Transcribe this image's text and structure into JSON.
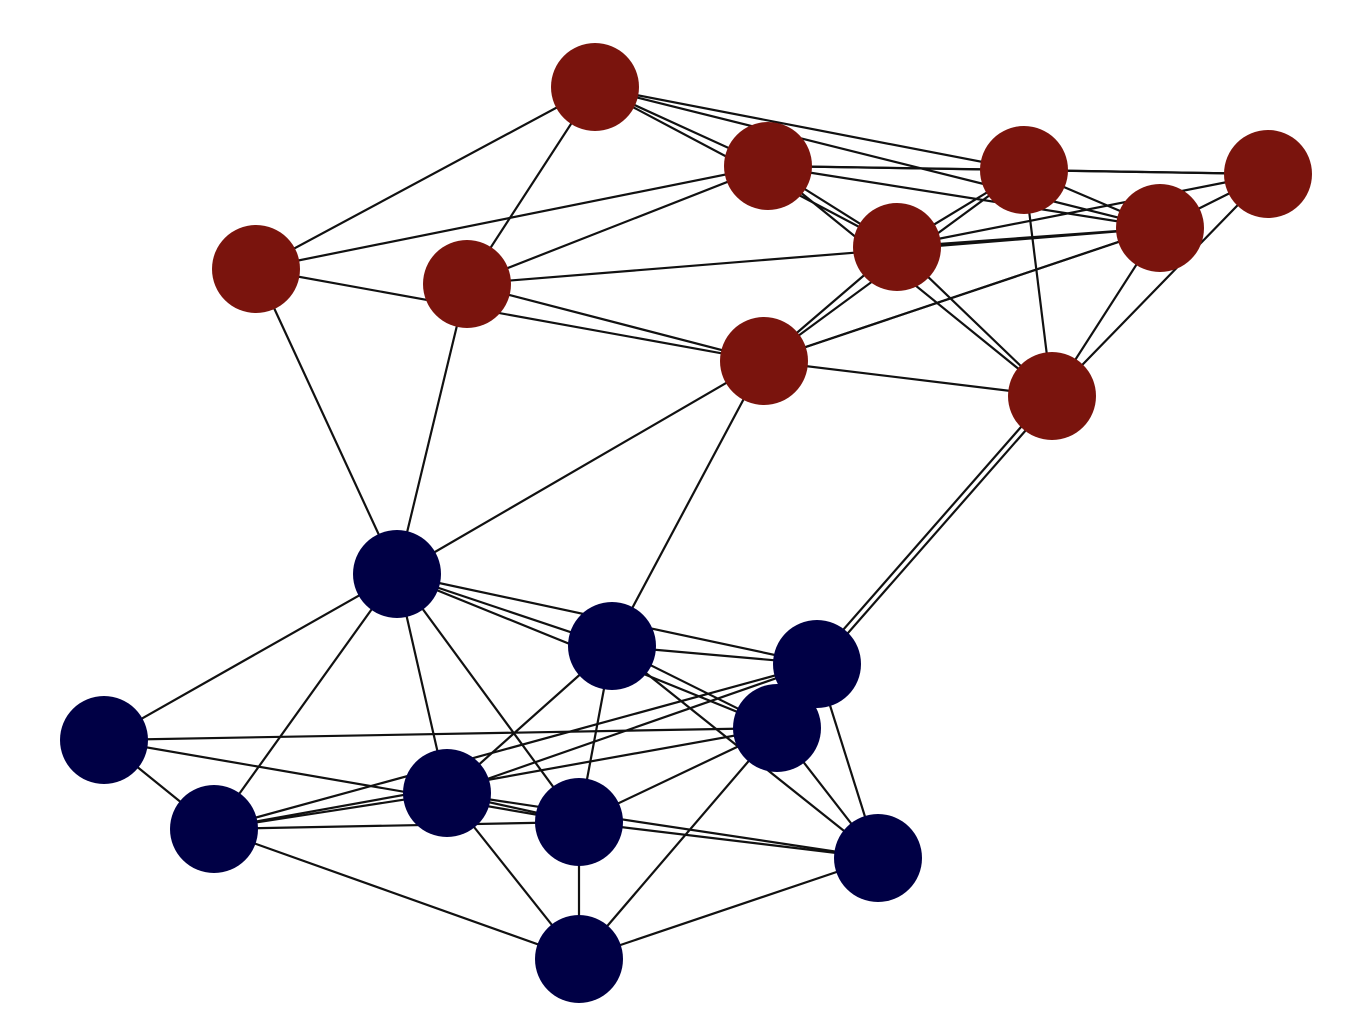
{
  "graph": {
    "colors": {
      "group_a": "#7a140d",
      "group_b": "#000045",
      "edge": "#111111",
      "background": "#ffffff"
    },
    "nodes": [
      {
        "id": "r1",
        "group": "group_a"
      },
      {
        "id": "r2",
        "group": "group_a"
      },
      {
        "id": "r3",
        "group": "group_a"
      },
      {
        "id": "r4",
        "group": "group_a"
      },
      {
        "id": "r5",
        "group": "group_a"
      },
      {
        "id": "r6",
        "group": "group_a"
      },
      {
        "id": "r7",
        "group": "group_a"
      },
      {
        "id": "r8",
        "group": "group_a"
      },
      {
        "id": "r9",
        "group": "group_a"
      },
      {
        "id": "r10",
        "group": "group_a"
      },
      {
        "id": "b1",
        "group": "group_b"
      },
      {
        "id": "b2",
        "group": "group_b"
      },
      {
        "id": "b3",
        "group": "group_b"
      },
      {
        "id": "b4",
        "group": "group_b"
      },
      {
        "id": "b5",
        "group": "group_b"
      },
      {
        "id": "b6",
        "group": "group_b"
      },
      {
        "id": "b7",
        "group": "group_b"
      },
      {
        "id": "b8",
        "group": "group_b"
      },
      {
        "id": "b9",
        "group": "group_b"
      },
      {
        "id": "b10",
        "group": "group_b"
      },
      {
        "id": "b11",
        "group": "group_b"
      }
    ],
    "edges": [
      [
        "r1",
        "r2"
      ],
      [
        "r1",
        "r4"
      ],
      [
        "r1",
        "r6"
      ],
      [
        "r1",
        "r5"
      ],
      [
        "r1",
        "r8"
      ],
      [
        "r1",
        "r3"
      ],
      [
        "r2",
        "r6"
      ],
      [
        "r2",
        "r5"
      ],
      [
        "r2",
        "r7"
      ],
      [
        "r2",
        "r3"
      ],
      [
        "r2",
        "r8"
      ],
      [
        "r2",
        "r10"
      ],
      [
        "r2",
        "r9"
      ],
      [
        "r6",
        "r5"
      ],
      [
        "r6",
        "r8"
      ],
      [
        "r6",
        "r9"
      ],
      [
        "r6",
        "r10"
      ],
      [
        "r6",
        "r3"
      ],
      [
        "r8",
        "r9"
      ],
      [
        "r8",
        "r7"
      ],
      [
        "r8",
        "r10"
      ],
      [
        "r8",
        "r5"
      ],
      [
        "r5",
        "r9"
      ],
      [
        "r5",
        "r7"
      ],
      [
        "r5",
        "r10"
      ],
      [
        "r5",
        "r3"
      ],
      [
        "r9",
        "r10"
      ],
      [
        "r4",
        "r3"
      ],
      [
        "r4",
        "r7"
      ],
      [
        "r4",
        "b1"
      ],
      [
        "r3",
        "b1"
      ],
      [
        "r3",
        "r7"
      ],
      [
        "r7",
        "b1"
      ],
      [
        "r7",
        "b2"
      ],
      [
        "r10",
        "b3"
      ],
      [
        "r10",
        "b3"
      ],
      [
        "b1",
        "b2"
      ],
      [
        "b1",
        "b3"
      ],
      [
        "b1",
        "b4"
      ],
      [
        "b1",
        "b5"
      ],
      [
        "b1",
        "b6"
      ],
      [
        "b1",
        "b8"
      ],
      [
        "b1",
        "b7"
      ],
      [
        "b2",
        "b3"
      ],
      [
        "b2",
        "b4"
      ],
      [
        "b2",
        "b9"
      ],
      [
        "b2",
        "b8"
      ],
      [
        "b2",
        "b6"
      ],
      [
        "b3",
        "b9"
      ],
      [
        "b3",
        "b4"
      ],
      [
        "b3",
        "b5"
      ],
      [
        "b3",
        "b7"
      ],
      [
        "b4",
        "b5"
      ],
      [
        "b4",
        "b7"
      ],
      [
        "b4",
        "b6"
      ],
      [
        "b4",
        "b11"
      ],
      [
        "b5",
        "b6"
      ],
      [
        "b5",
        "b9"
      ],
      [
        "b5",
        "b11"
      ],
      [
        "b5",
        "b10"
      ],
      [
        "b6",
        "b7"
      ],
      [
        "b6",
        "b10"
      ],
      [
        "b7",
        "b8"
      ],
      [
        "b7",
        "b9"
      ],
      [
        "b8",
        "b11"
      ],
      [
        "b8",
        "b9"
      ],
      [
        "b8",
        "b5"
      ],
      [
        "b9",
        "b11"
      ],
      [
        "b10",
        "b11"
      ],
      [
        "b10",
        "b8"
      ],
      [
        "b6",
        "b9"
      ]
    ]
  }
}
